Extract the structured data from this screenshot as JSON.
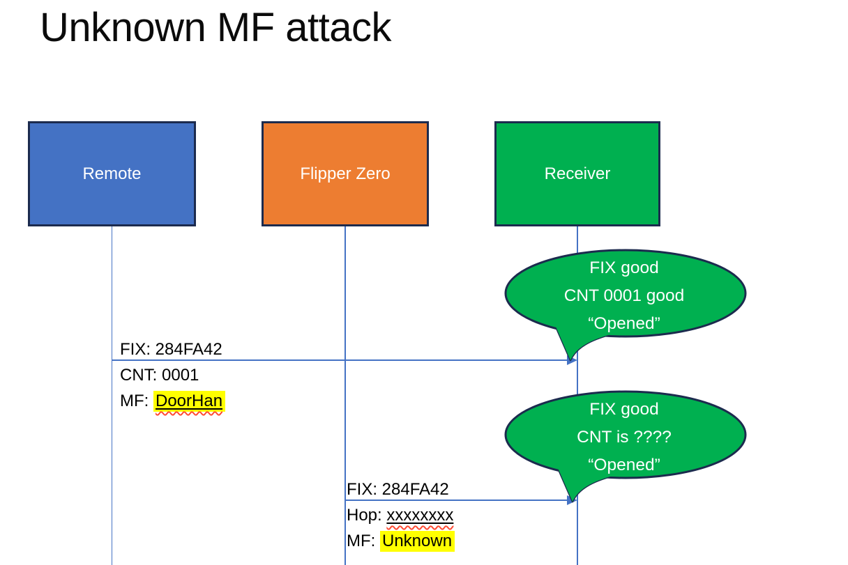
{
  "title": "Unknown MF attack",
  "colors": {
    "remote_fill": "#4472C4",
    "flipper_fill": "#ED7D31",
    "receiver_fill": "#00B050",
    "bubble_fill": "#00B050",
    "shape_border": "#1C2B4E",
    "connector": "#4472C4",
    "highlight": "#FFFF00",
    "squiggle": "#FF4B33",
    "label_text": "#000000",
    "actor_text": "#FFFFFF"
  },
  "actors": [
    {
      "label": "Remote"
    },
    {
      "label": "Flipper Zero"
    },
    {
      "label": "Receiver"
    }
  ],
  "messages": [
    {
      "from": "Remote",
      "to": "Receiver",
      "lines": [
        {
          "prefix": "FIX: ",
          "value": "284FA42"
        },
        {
          "prefix": "CNT: ",
          "value": "0001"
        },
        {
          "prefix": "MF: ",
          "value": "DoorHan",
          "highlighted": true,
          "underlined": true,
          "spellcheck_squiggle": true
        }
      ]
    },
    {
      "from": "Flipper Zero",
      "to": "Receiver",
      "lines": [
        {
          "prefix": "FIX: ",
          "value": "284FA42"
        },
        {
          "prefix": "Hop: ",
          "value": "xxxxxxxx",
          "underlined": true,
          "spellcheck_squiggle": true
        },
        {
          "prefix": "MF: ",
          "value": "Unknown",
          "highlighted": true
        }
      ]
    }
  ],
  "bubbles": [
    {
      "speaker": "Receiver",
      "lines": [
        "FIX good",
        "CNT 0001 good",
        "“Opened”"
      ]
    },
    {
      "speaker": "Receiver",
      "lines": [
        "FIX good",
        "CNT is ????",
        "“Opened”"
      ]
    }
  ]
}
